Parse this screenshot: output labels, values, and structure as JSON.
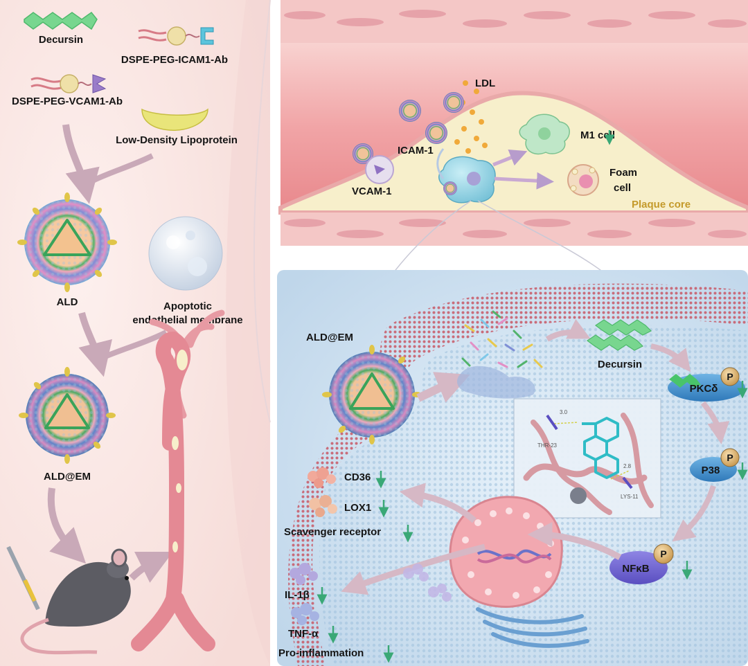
{
  "left_panel": {
    "components": {
      "decursin": "Decursin",
      "icam_lipid": "DSPE-PEG-ICAM1-Ab",
      "vcam_lipid": "DSPE-PEG-VCAM1-Ab",
      "ldl_carrier": "Low-Density Lipoprotein"
    },
    "ald": "ALD",
    "apoptotic": [
      "Apoptotic",
      "endothelial membrane"
    ],
    "ald_em": "ALD@EM"
  },
  "vessel_panel": {
    "ldl": "LDL",
    "icam": "ICAM-1",
    "vcam": "VCAM-1",
    "m1": "M1 cell",
    "foam": [
      "Foam",
      "cell"
    ],
    "plaque": "Plaque core"
  },
  "cell_panel": {
    "ald_em": "ALD@EM",
    "decursin": "Decursin",
    "pkc": "PKCδ",
    "p38": "P38",
    "nfkb": "NFκB",
    "phospho": "P",
    "cd36": "CD36",
    "lox1": "LOX1",
    "scavenger": "Scavenger receptor",
    "il1b": "IL-1β",
    "tnfa": "TNF-α",
    "proinflam": "Pro-inflammation",
    "docking": {
      "res1": "THR-23",
      "res2": "LYS-11",
      "dist1": "3.0",
      "dist2": "2.8"
    }
  },
  "colors": {
    "left_bg": "#fbe9e7",
    "cell_bg": "#dbeaf6",
    "vessel_lumen": "#f2a7a9",
    "plaque": "#f7efcb",
    "arrow_pink": "#c9a9b8",
    "down_arrow": "#3aa876",
    "membrane": "#c86a78"
  }
}
